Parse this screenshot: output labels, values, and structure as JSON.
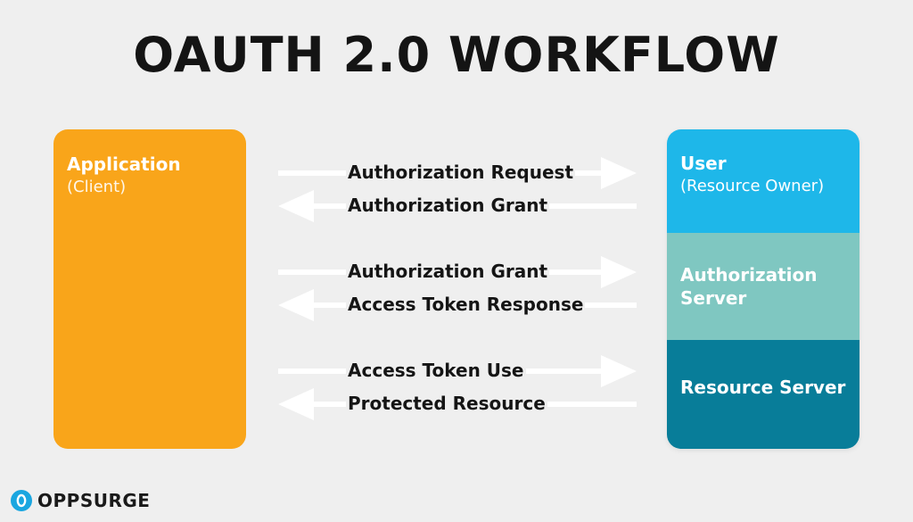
{
  "title": "OAUTH 2.0 WORKFLOW",
  "application": {
    "title": "Application",
    "subtitle": "(Client)",
    "color": "#f9a51a"
  },
  "user": {
    "title": "User",
    "subtitle": "(Resource Owner)",
    "color": "#1eb7e9"
  },
  "authorization_server": {
    "title_line1": "Authorization",
    "title_line2": "Server",
    "color": "#7fc7c1"
  },
  "resource_server": {
    "title": "Resource Server",
    "color": "#087d99"
  },
  "flows": [
    {
      "label": "Authorization Request",
      "direction": "right"
    },
    {
      "label": "Authorization Grant",
      "direction": "left"
    },
    {
      "label": "Authorization Grant",
      "direction": "right"
    },
    {
      "label": "Access Token Response",
      "direction": "left"
    },
    {
      "label": "Access Token Use",
      "direction": "right"
    },
    {
      "label": "Protected Resource",
      "direction": "left"
    }
  ],
  "logo": {
    "text": "OPPSURGE",
    "icon": "oppsurge-logo-icon",
    "color": "#1aa6e0"
  }
}
